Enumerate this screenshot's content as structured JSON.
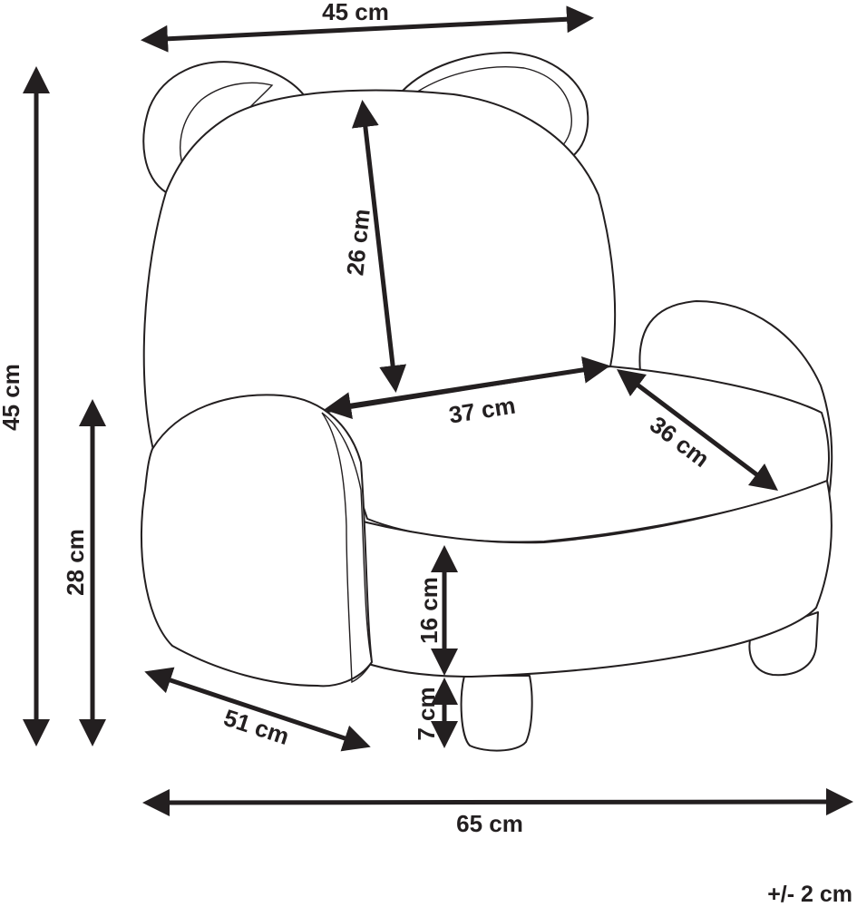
{
  "dimensions": {
    "top_width": "45 cm",
    "total_height": "45 cm",
    "arm_height": "28 cm",
    "backrest_height": "26 cm",
    "seat_width": "37 cm",
    "seat_depth": "36 cm",
    "seat_thickness": "16 cm",
    "leg_height": "7 cm",
    "depth": "51 cm",
    "total_width": "65 cm"
  },
  "tolerance": "+/- 2 cm"
}
